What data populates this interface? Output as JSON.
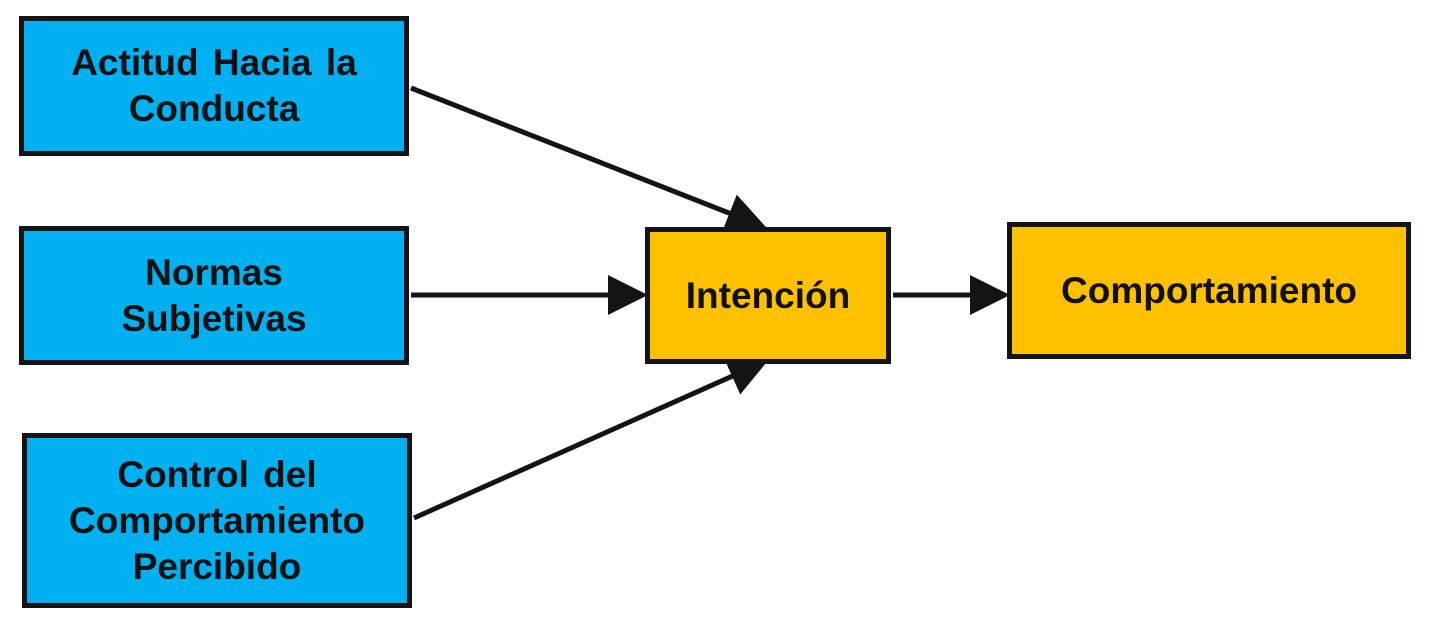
{
  "diagram": {
    "nodes": {
      "actitud": {
        "label": "Actitud Hacia la Conducta",
        "color": "#00b0f0"
      },
      "normas": {
        "label": "Normas Subjetivas",
        "color": "#00b0f0"
      },
      "control": {
        "label": "Control del Comportamiento Percibido",
        "color": "#00b0f0"
      },
      "intencion": {
        "label": "Intención",
        "color": "#ffc000"
      },
      "comportamiento": {
        "label": "Comportamiento",
        "color": "#ffc000"
      }
    },
    "edges": [
      {
        "from": "actitud",
        "to": "intencion"
      },
      {
        "from": "normas",
        "to": "intencion"
      },
      {
        "from": "control",
        "to": "intencion"
      },
      {
        "from": "intencion",
        "to": "comportamiento"
      }
    ]
  }
}
